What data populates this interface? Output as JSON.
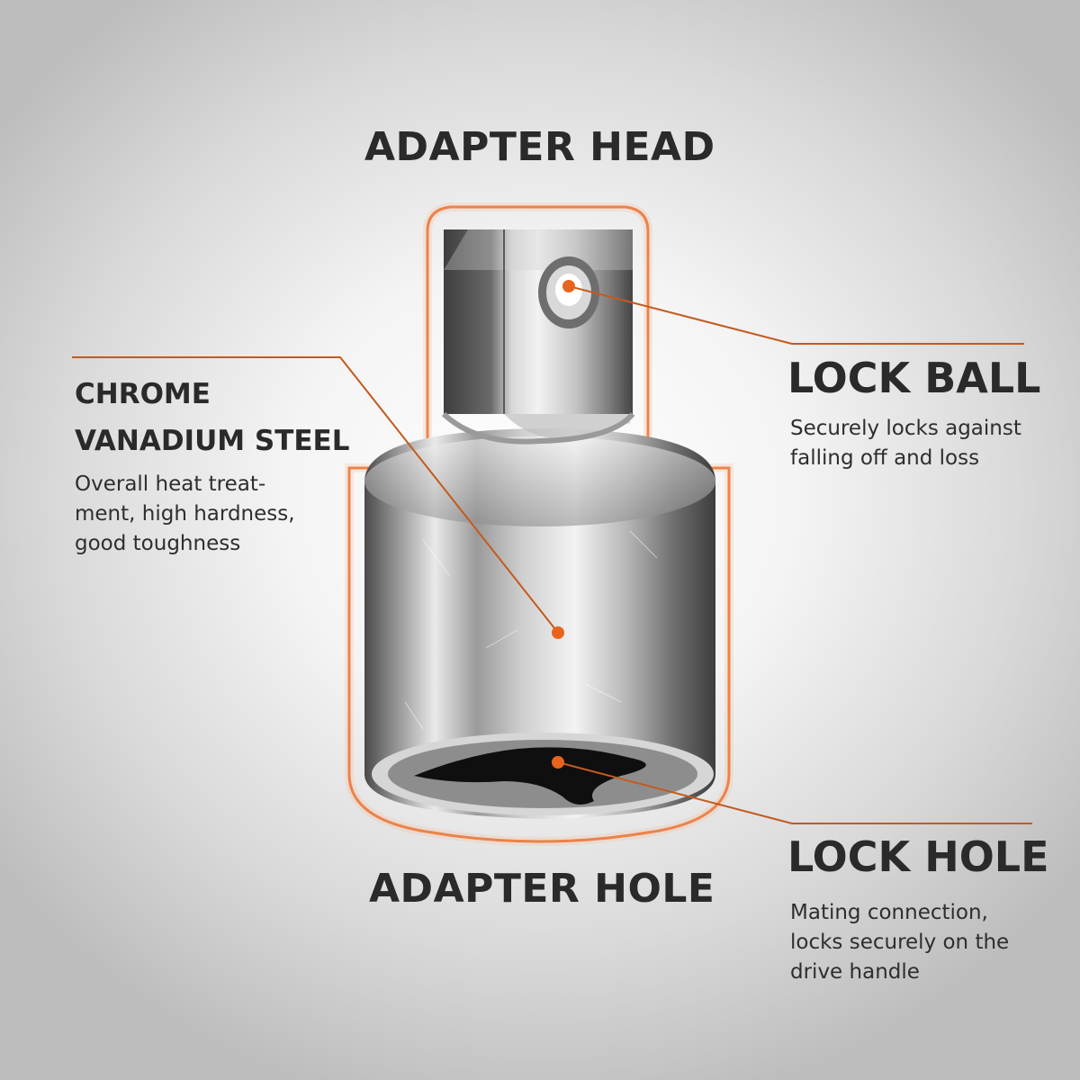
{
  "colors": {
    "accent": "#e8641c",
    "text": "#2a2a2a",
    "background": "#e6e6e6"
  },
  "labels": {
    "adapter_head": "ADAPTER HEAD",
    "adapter_hole": "ADAPTER HOLE",
    "lock_ball": {
      "title": "LOCK BALL",
      "desc_lines": [
        "Securely locks against",
        "falling off and loss"
      ]
    },
    "lock_hole": {
      "title": "LOCK HOLE",
      "desc_lines": [
        "Mating connection,",
        "locks securely on the",
        "drive handle"
      ]
    },
    "material": {
      "title_lines": [
        "CHROME",
        "VANADIUM STEEL"
      ],
      "desc_lines": [
        "Overall heat treat-",
        "ment, high hardness,",
        "good toughness"
      ]
    }
  }
}
